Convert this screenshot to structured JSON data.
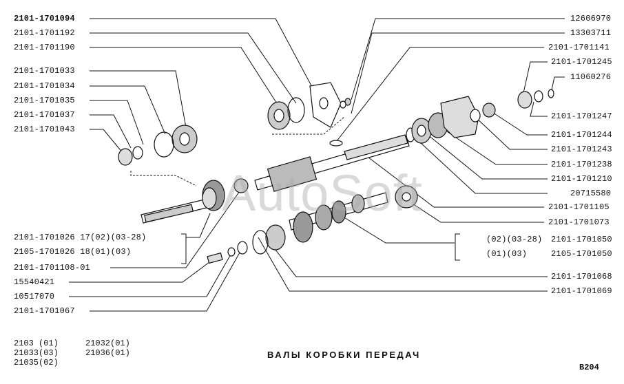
{
  "watermark": "AutoSoft",
  "title": "ВАЛЫ КОРОБКИ ПЕРЕДАЧ",
  "page_id": "B204",
  "models": [
    [
      "2103 (01)",
      "21032(01)"
    ],
    [
      "21033(03)",
      "21036(01)"
    ],
    [
      "21035(02)",
      ""
    ]
  ],
  "left_labels": [
    "2101-1701094",
    "2101-1701192",
    "2101-1701190",
    "2101-1701033",
    "2101-1701034",
    "2101-1701035",
    "2101-1701037",
    "2101-1701043"
  ],
  "left_bottom_labels": [
    "2101-1701026 17(02)(03-28)",
    "2105-1701026 18(01)(03)",
    "2101-1701108-01",
    "15540421",
    "10517070",
    "2101-1701067"
  ],
  "right_labels": [
    "12606970",
    "13303711",
    "2101-1701141",
    "2101-1701245",
    "11060276",
    "2101-1701247",
    "2101-1701244",
    "2101-1701243",
    "2101-1701238",
    "2101-1701210",
    "20715580",
    "2101-1701105",
    "2101-1701073"
  ],
  "right_bracket_labels": [
    [
      "(02)(03-28)",
      "2101-1701050"
    ],
    [
      "(01)(03)",
      "2105-1701050"
    ]
  ],
  "right_bottom_labels": [
    "2101-1701068",
    "2101-1701069"
  ]
}
